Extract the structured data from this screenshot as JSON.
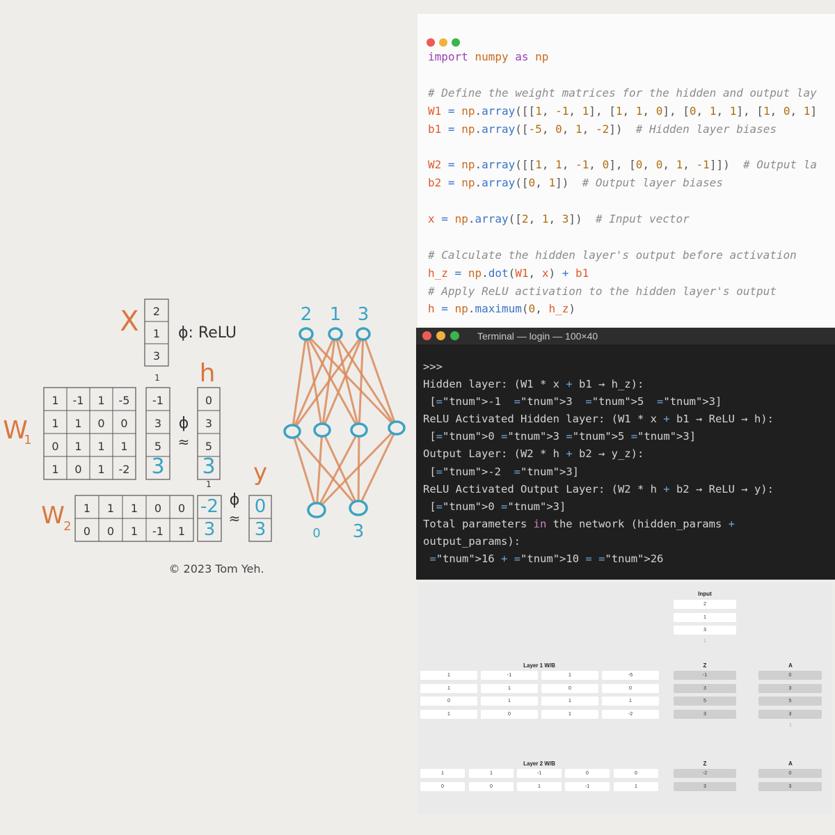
{
  "sketch": {
    "x_label": "X",
    "h_label": "h",
    "y_label": "y",
    "w1_label": "W",
    "w1_sub": "1",
    "w2_label": "W",
    "w2_sub": "2",
    "phi_relu": "ϕ: ReLU",
    "phi": "ϕ",
    "approx": "≈",
    "x_vec": [
      "2",
      "1",
      "3"
    ],
    "w1_rows": [
      [
        "1",
        "-1",
        "1",
        "-5"
      ],
      [
        "1",
        "1",
        "0",
        "0"
      ],
      [
        "0",
        "1",
        "1",
        "1"
      ],
      [
        "1",
        "0",
        "1",
        "-2"
      ]
    ],
    "z1_vec": [
      "-1",
      "3",
      "5",
      "3"
    ],
    "h_vec": [
      "0",
      "3",
      "5",
      "3"
    ],
    "w2_rows": [
      [
        "1",
        "1",
        "1",
        "0",
        "0"
      ],
      [
        "0",
        "0",
        "1",
        "-1",
        "1"
      ]
    ],
    "z2_vec": [
      "-2",
      "3"
    ],
    "y_vec": [
      "0",
      "3"
    ],
    "bias_one_a": "1",
    "bias_one_b": "1",
    "input_node_labels": [
      "2",
      "1",
      "3"
    ],
    "output_node_labels": [
      "0",
      "3"
    ],
    "copyright": "© 2023 Tom Yeh.",
    "colors": {
      "orange": "#d9773f",
      "blue": "#3aa3c4",
      "ink": "#333333"
    }
  },
  "editor": {
    "lines": [
      "import numpy as np",
      "",
      "# Define the weight matrices for the hidden and output lay",
      "W1 = np.array([[1, -1, 1], [1, 1, 0], [0, 1, 1], [1, 0, 1]",
      "b1 = np.array([-5, 0, 1, -2])  # Hidden layer biases",
      "",
      "W2 = np.array([[1, 1, -1, 0], [0, 0, 1, -1]])  # Output la",
      "b2 = np.array([0, 1])  # Output layer biases",
      "",
      "x = np.array([2, 1, 3])  # Input vector",
      "",
      "# Calculate the hidden layer's output before activation",
      "h_z = np.dot(W1, x) + b1",
      "# Apply ReLU activation to the hidden layer's output",
      "h = np.maximum(0, h_z)"
    ]
  },
  "terminal": {
    "title": "Terminal — login — 100×40",
    "lines": [
      ">>>",
      "Hidden layer: (W1 * x + b1 → h_z):",
      " [-1  3  5  3]",
      "ReLU Activated Hidden layer: (W1 * x + b1 → ReLU → h):",
      " [0 3 5 3]",
      "Output Layer: (W2 * h + b2 → y_z):",
      " [-2  3]",
      "ReLU Activated Output Layer: (W2 * h + b2 → ReLU → y):",
      " [0 3]",
      "Total parameters in the network (hidden_params +",
      "output_params):",
      " 16 + 10 = 26"
    ]
  },
  "calculator": {
    "input_label": "Input",
    "inputs": [
      "2",
      "1",
      "3"
    ],
    "input_bias": "1",
    "layer1_label": "Layer 1 W/B",
    "layer1_rows": [
      [
        "1",
        "-1",
        "1",
        "-5"
      ],
      [
        "1",
        "1",
        "0",
        "0"
      ],
      [
        "0",
        "1",
        "1",
        "1"
      ],
      [
        "1",
        "0",
        "1",
        "-2"
      ]
    ],
    "z_label": "Z",
    "a_label": "A",
    "z1": [
      "-1",
      "3",
      "5",
      "3"
    ],
    "a1": [
      "0",
      "3",
      "5",
      "3"
    ],
    "a1_bias": "1",
    "layer2_label": "Layer 2 W/B",
    "layer2_rows": [
      [
        "1",
        "1",
        "-1",
        "0",
        "0"
      ],
      [
        "0",
        "0",
        "1",
        "-1",
        "1"
      ]
    ],
    "z2": [
      "-2",
      "3"
    ],
    "a2": [
      "0",
      "3"
    ]
  }
}
